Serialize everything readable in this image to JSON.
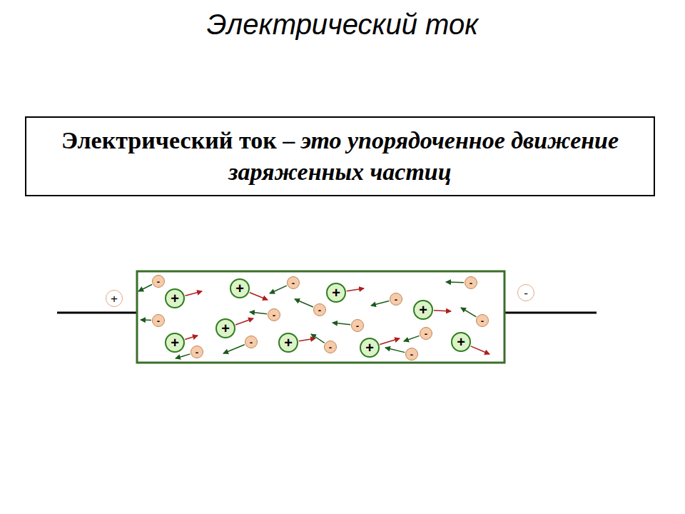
{
  "diagram": {
    "title": "Электрический ток",
    "nodes": [
      {
        "text": [
          "Электрический ток –",
          "это упорядоченное движение заряженных частиц"
        ]
      },
      {
        "text": [
          "+"
        ]
      },
      {
        "text": [
          "+"
        ]
      },
      {
        "text": [
          "+"
        ]
      },
      {
        "text": [
          "+"
        ]
      },
      {
        "text": [
          "+"
        ]
      },
      {
        "text": [
          "+"
        ]
      },
      {
        "text": [
          "+"
        ]
      },
      {
        "text": [
          "+"
        ]
      },
      {
        "text": [
          "+"
        ]
      },
      {
        "text": [
          "+"
        ]
      },
      {
        "text": [
          "-"
        ]
      },
      {
        "text": [
          "-"
        ]
      },
      {
        "text": [
          "-"
        ]
      },
      {
        "text": [
          "-"
        ]
      },
      {
        "text": [
          "-"
        ]
      },
      {
        "text": [
          "-"
        ]
      },
      {
        "text": [
          "-"
        ]
      },
      {
        "text": [
          "-"
        ]
      },
      {
        "text": [
          "-"
        ]
      },
      {
        "text": [
          "-"
        ]
      },
      {
        "text": [
          "-"
        ]
      },
      {
        "text": [
          "-"
        ]
      },
      {
        "text": [
          "-"
        ]
      },
      {
        "text": [
          "-"
        ]
      },
      {
        "text": [
          "-"
        ]
      }
    ]
  }
}
